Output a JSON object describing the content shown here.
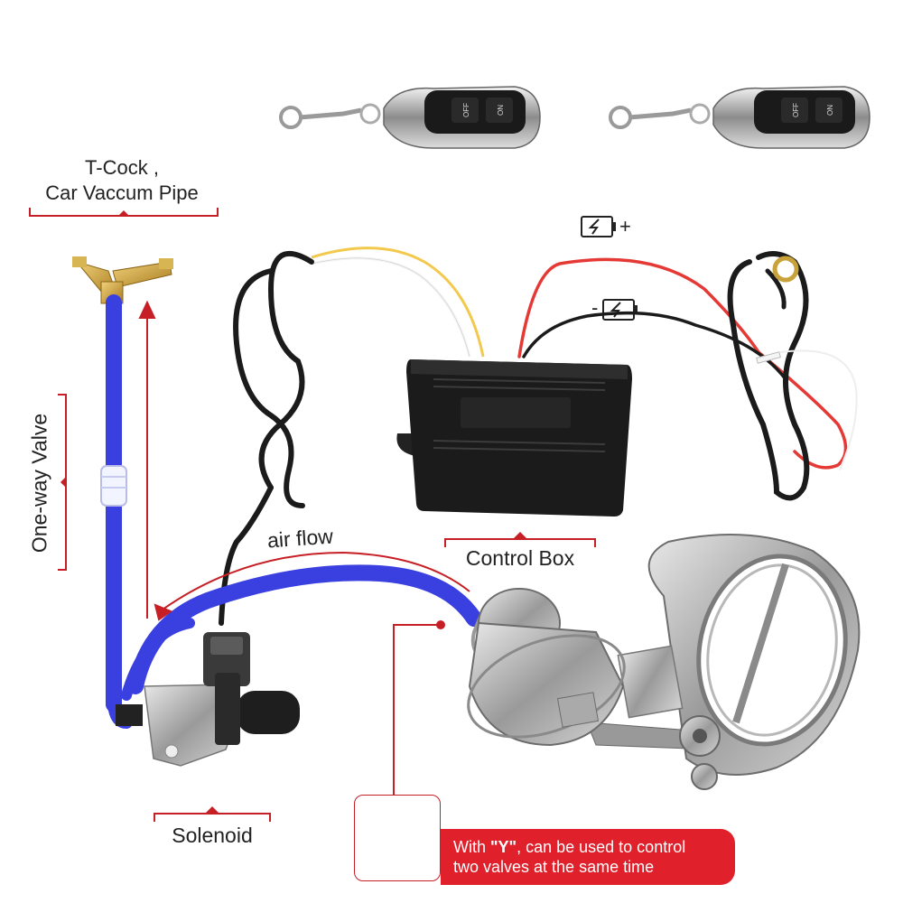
{
  "labels": {
    "tcock_line1": "T-Cock ,",
    "tcock_line2": "Car Vaccum Pipe",
    "one_way_valve": "One-way Valve",
    "air_flow": "air flow",
    "control_box": "Control Box",
    "solenoid": "Solenoid",
    "battery_plus": "+",
    "battery_minus": "-"
  },
  "remotes": [
    {
      "button_off": "OFF",
      "button_on": "ON"
    },
    {
      "button_off": "OFF",
      "button_on": "ON"
    }
  ],
  "callout": {
    "line1_prefix": "With ",
    "line1_emph": "\"Y\"",
    "line1_suffix": ", can be used to control",
    "line2": "two valves at the same time"
  },
  "colors": {
    "accent_red": "#c62026",
    "banner_red": "#e0202a",
    "hose_blue": "#3a3fe0",
    "wire_yellow": "#f2c94c",
    "wire_red": "#e53935",
    "brass": "#c9a23a",
    "control_box_black": "#1b1b1b",
    "steel": "#a9a9a9"
  }
}
